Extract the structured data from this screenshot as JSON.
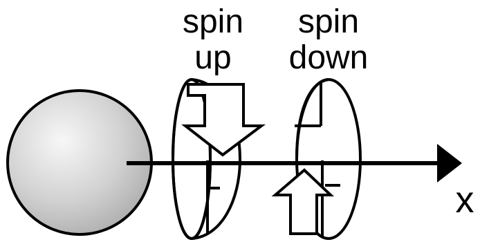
{
  "labels": {
    "spin_up_line1": "spin",
    "spin_up_line2": "up",
    "spin_down_line1": "spin",
    "spin_down_line2": "down",
    "axis": "x"
  }
}
